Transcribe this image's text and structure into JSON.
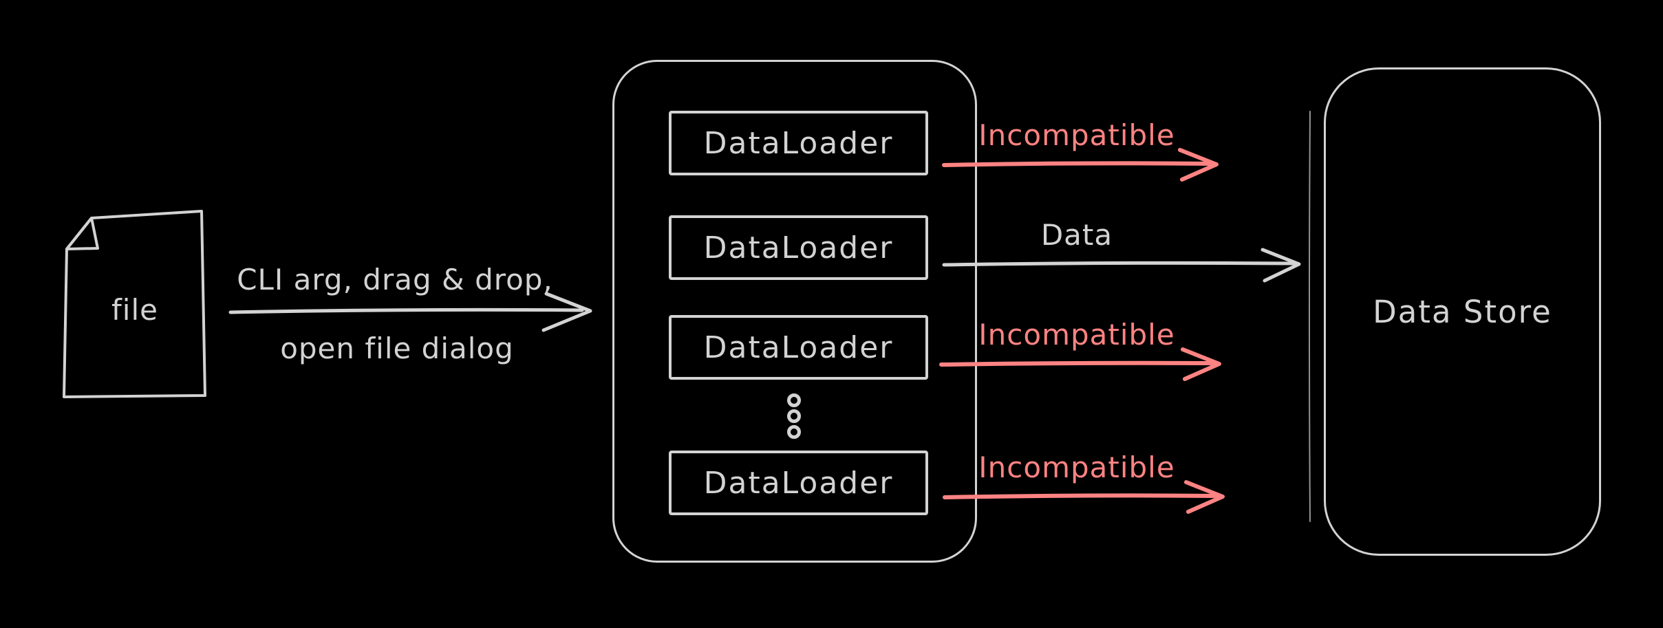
{
  "colors": {
    "background": "#000000",
    "stroke": "#d3d3d3",
    "incompatible": "#ff8383"
  },
  "file_node": {
    "label": "file"
  },
  "input_flow": {
    "label_line1": "CLI arg, drag & drop,",
    "label_line2": "open file dialog"
  },
  "loader_stack": {
    "items": [
      {
        "label": "DataLoader"
      },
      {
        "label": "DataLoader"
      },
      {
        "label": "DataLoader"
      },
      {
        "label": "DataLoader"
      }
    ],
    "ellipsis_icon": "vertical-ellipsis"
  },
  "output_flows": [
    {
      "label": "Incompatible",
      "status": "incompatible"
    },
    {
      "label": "Data",
      "status": "data"
    },
    {
      "label": "Incompatible",
      "status": "incompatible"
    },
    {
      "label": "Incompatible",
      "status": "incompatible"
    }
  ],
  "data_store": {
    "label": "Data Store"
  }
}
